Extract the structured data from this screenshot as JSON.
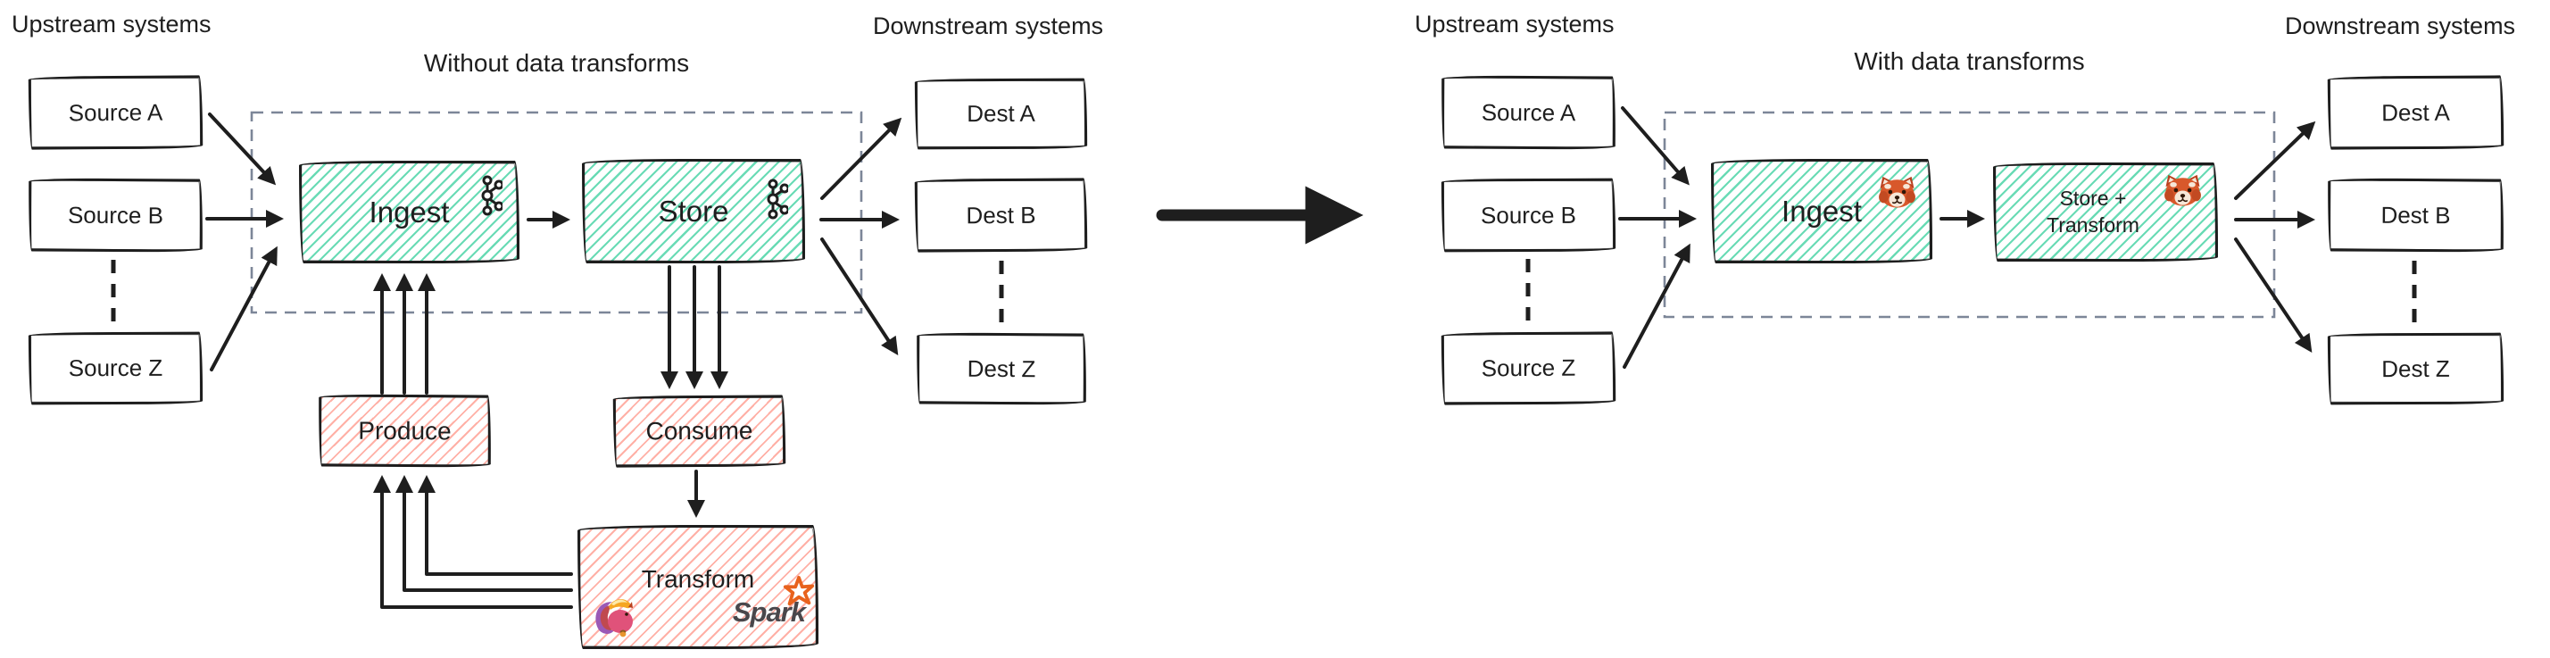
{
  "left": {
    "upstream_label": "Upstream systems",
    "title": "Without data transforms",
    "downstream_label": "Downstream systems",
    "sources": [
      "Source A",
      "Source B",
      "Source Z"
    ],
    "dests": [
      "Dest A",
      "Dest B",
      "Dest Z"
    ],
    "ingest_label": "Ingest",
    "store_label": "Store",
    "produce_label": "Produce",
    "consume_label": "Consume",
    "transform_label": "Transform",
    "spark_label": "Spark",
    "icons": {
      "ingest": "kafka-logo",
      "store": "kafka-logo",
      "transform": [
        "flink-squirrel-logo",
        "spark-star-logo"
      ]
    }
  },
  "right": {
    "upstream_label": "Upstream systems",
    "title": "With data transforms",
    "downstream_label": "Downstream systems",
    "sources": [
      "Source A",
      "Source B",
      "Source Z"
    ],
    "dests": [
      "Dest A",
      "Dest B",
      "Dest Z"
    ],
    "ingest_label": "Ingest",
    "store_transform_label": "Store +\nTransform",
    "icons": {
      "ingest": "red-panda-logo",
      "store_transform": "red-panda-logo"
    }
  },
  "colors": {
    "ink": "#1e1e1e",
    "teal_hatch": "#69dbb5",
    "pink_hatch": "#ffb0a6",
    "dashed_container": "#7c8698",
    "spark_orange": "#e8621d"
  }
}
